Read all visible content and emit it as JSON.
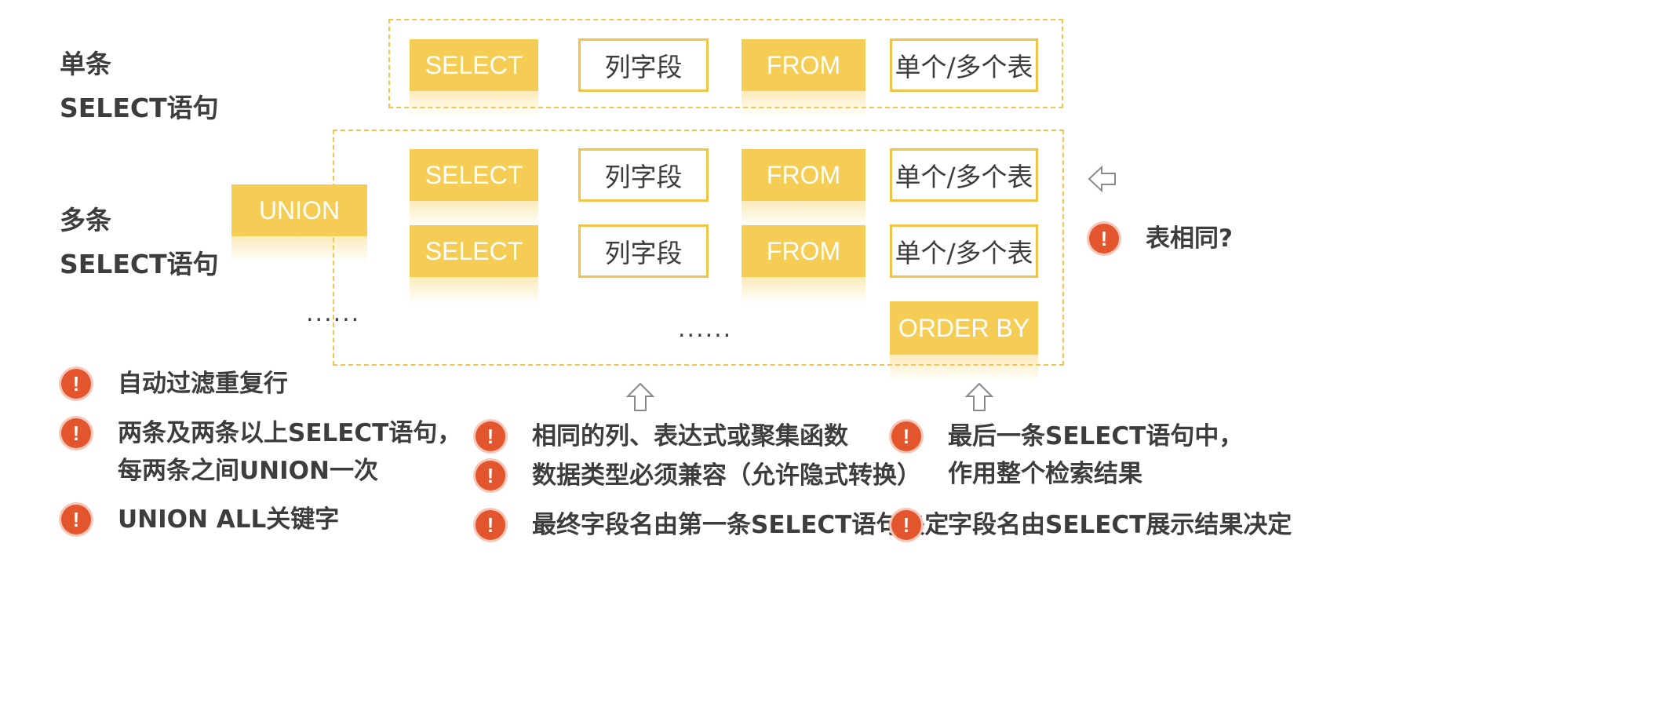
{
  "labels": {
    "single": "单条\nSELECT语句",
    "multi": "多条\nSELECT语句"
  },
  "rows": {
    "select": "SELECT",
    "columns": "列字段",
    "from": "FROM",
    "tables": "单个/多个表"
  },
  "union": "UNION",
  "order_by": "ORDER BY",
  "dots": "......",
  "table_same": "表相同?",
  "notes_left": [
    "自动过滤重复行",
    "两条及两条以上SELECT语句，\n每两条之间UNION一次",
    "UNION ALL关键字"
  ],
  "notes_middle": [
    "相同的列、表达式或聚集函数",
    "数据类型必须兼容（允许隐式转换）",
    "最终字段名由第一条SELECT语句决定"
  ],
  "notes_right": [
    "最后一条SELECT语句中，\n作用整个检索结果",
    "字段名由SELECT展示结果决定"
  ],
  "icons": {
    "warning": "exclamation-circle-icon",
    "arrow_up": "hollow-up-arrow-icon",
    "arrow_left": "hollow-left-arrow-icon"
  },
  "colors": {
    "accent_yellow": "#f5cd55",
    "border_yellow": "#f0c446",
    "warning_red": "#e3552c"
  }
}
